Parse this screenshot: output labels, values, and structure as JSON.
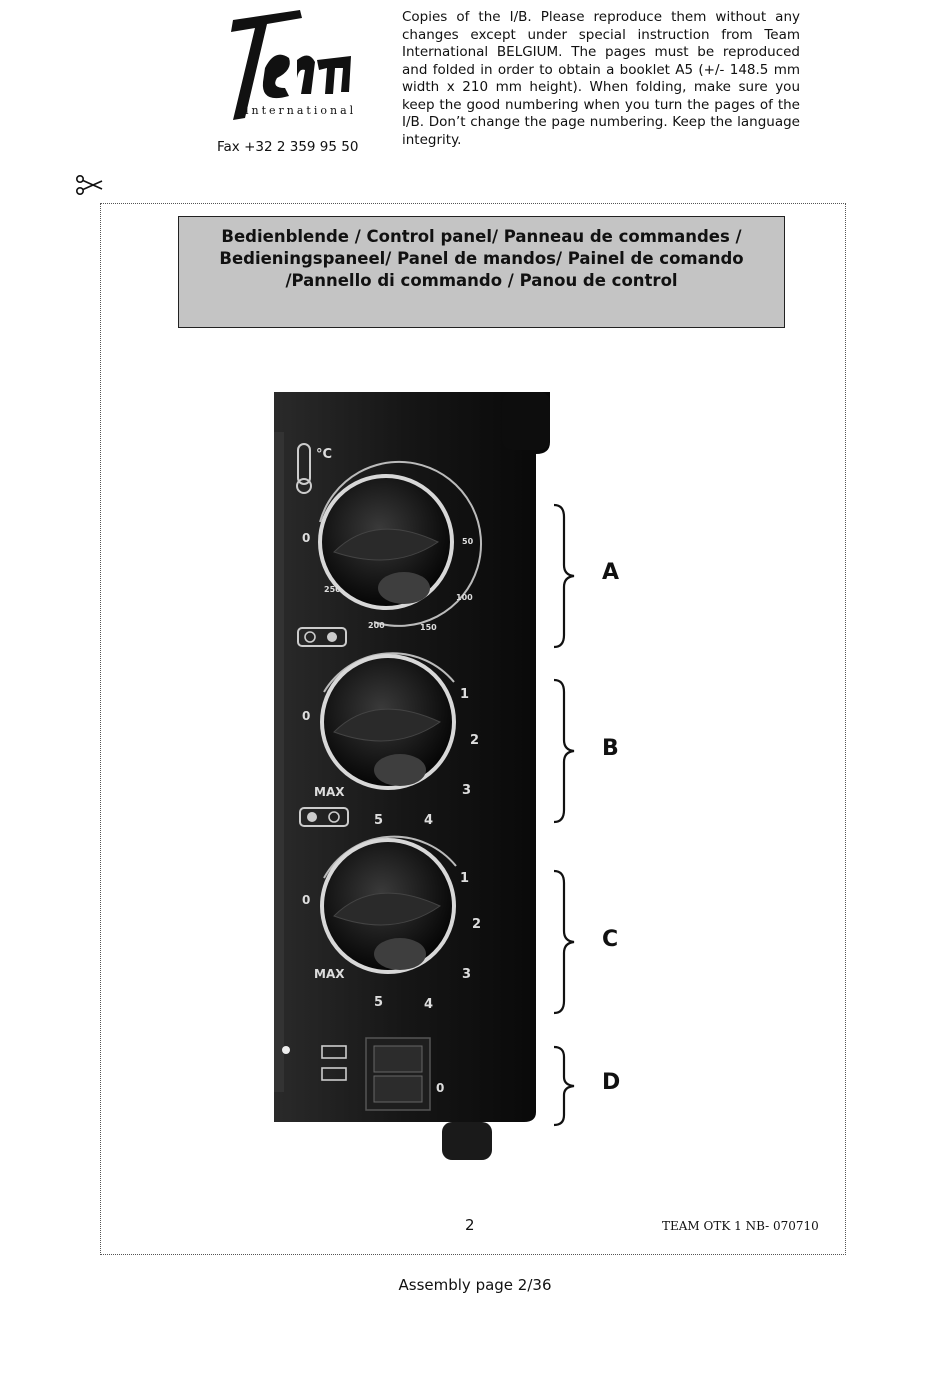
{
  "header": {
    "logo_word": "team",
    "logo_sub": "international",
    "fax": "Fax +32 2 359 95 50",
    "notice": "Copies of the I/B. Please reproduce them without any changes except under special instruction from Team International BELGIUM. The pages must be reproduced and folded in order to obtain a booklet A5 (+/- 148.5 mm width x 210 mm height). When folding, make sure you keep the good numbering when you turn the pages of the I/B. Don’t change the page numbering. Keep the language integrity."
  },
  "title": {
    "lines": [
      "Bedienblende / Control panel/ Panneau de commandes /",
      "Bedieningspaneel/ Panel de mandos/ Painel de comando",
      "/Pannello di commando / Panou de control"
    ]
  },
  "panel": {
    "temp_unit": "°C",
    "knob_a": {
      "zero": "0",
      "ticks": [
        "50",
        "100",
        "150",
        "200",
        "250"
      ]
    },
    "knob_b": {
      "zero": "0",
      "ticks": [
        "1",
        "2",
        "3",
        "4",
        "5"
      ],
      "max": "MAX"
    },
    "knob_c": {
      "zero": "0",
      "ticks": [
        "1",
        "2",
        "3",
        "4",
        "5"
      ],
      "max": "MAX"
    },
    "switch_off": "0"
  },
  "labels": [
    "A",
    "B",
    "C",
    "D"
  ],
  "footer": {
    "page_number": "2",
    "doc_code": "TEAM OTK 1 NB- 070710",
    "assembly": "Assembly page 2/36"
  }
}
